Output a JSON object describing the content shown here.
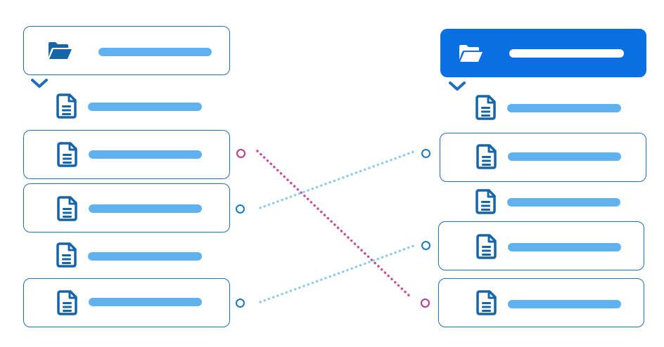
{
  "colors": {
    "accent": "#0a6fe0",
    "border": "#1f6fbd",
    "bar": "#5fb2ef",
    "icon": "#1565a8",
    "connector_blue": "#8ecbef",
    "connector_magenta": "#c4509b",
    "dot_blue": "#1a78c8",
    "dot_magenta": "#b83a8b"
  },
  "left_tree": {
    "folder": {
      "icon": "folder-open-icon",
      "selected": false
    },
    "items": [
      {
        "icon": "document-icon",
        "boxed": false
      },
      {
        "icon": "document-icon",
        "boxed": true
      },
      {
        "icon": "document-icon",
        "boxed": true
      },
      {
        "icon": "document-icon",
        "boxed": false
      },
      {
        "icon": "document-icon",
        "boxed": true
      }
    ]
  },
  "right_tree": {
    "folder": {
      "icon": "folder-open-icon",
      "selected": true
    },
    "items": [
      {
        "icon": "document-icon",
        "boxed": false
      },
      {
        "icon": "document-icon",
        "boxed": true
      },
      {
        "icon": "document-icon",
        "boxed": false
      },
      {
        "icon": "document-icon",
        "boxed": true
      },
      {
        "icon": "document-icon",
        "boxed": true
      }
    ]
  },
  "connections": [
    {
      "from": "left-item-2",
      "to": "right-item-5",
      "color": "magenta"
    },
    {
      "from": "left-item-3",
      "to": "right-item-2",
      "color": "blue"
    },
    {
      "from": "left-item-5",
      "to": "right-item-4",
      "color": "blue"
    }
  ]
}
